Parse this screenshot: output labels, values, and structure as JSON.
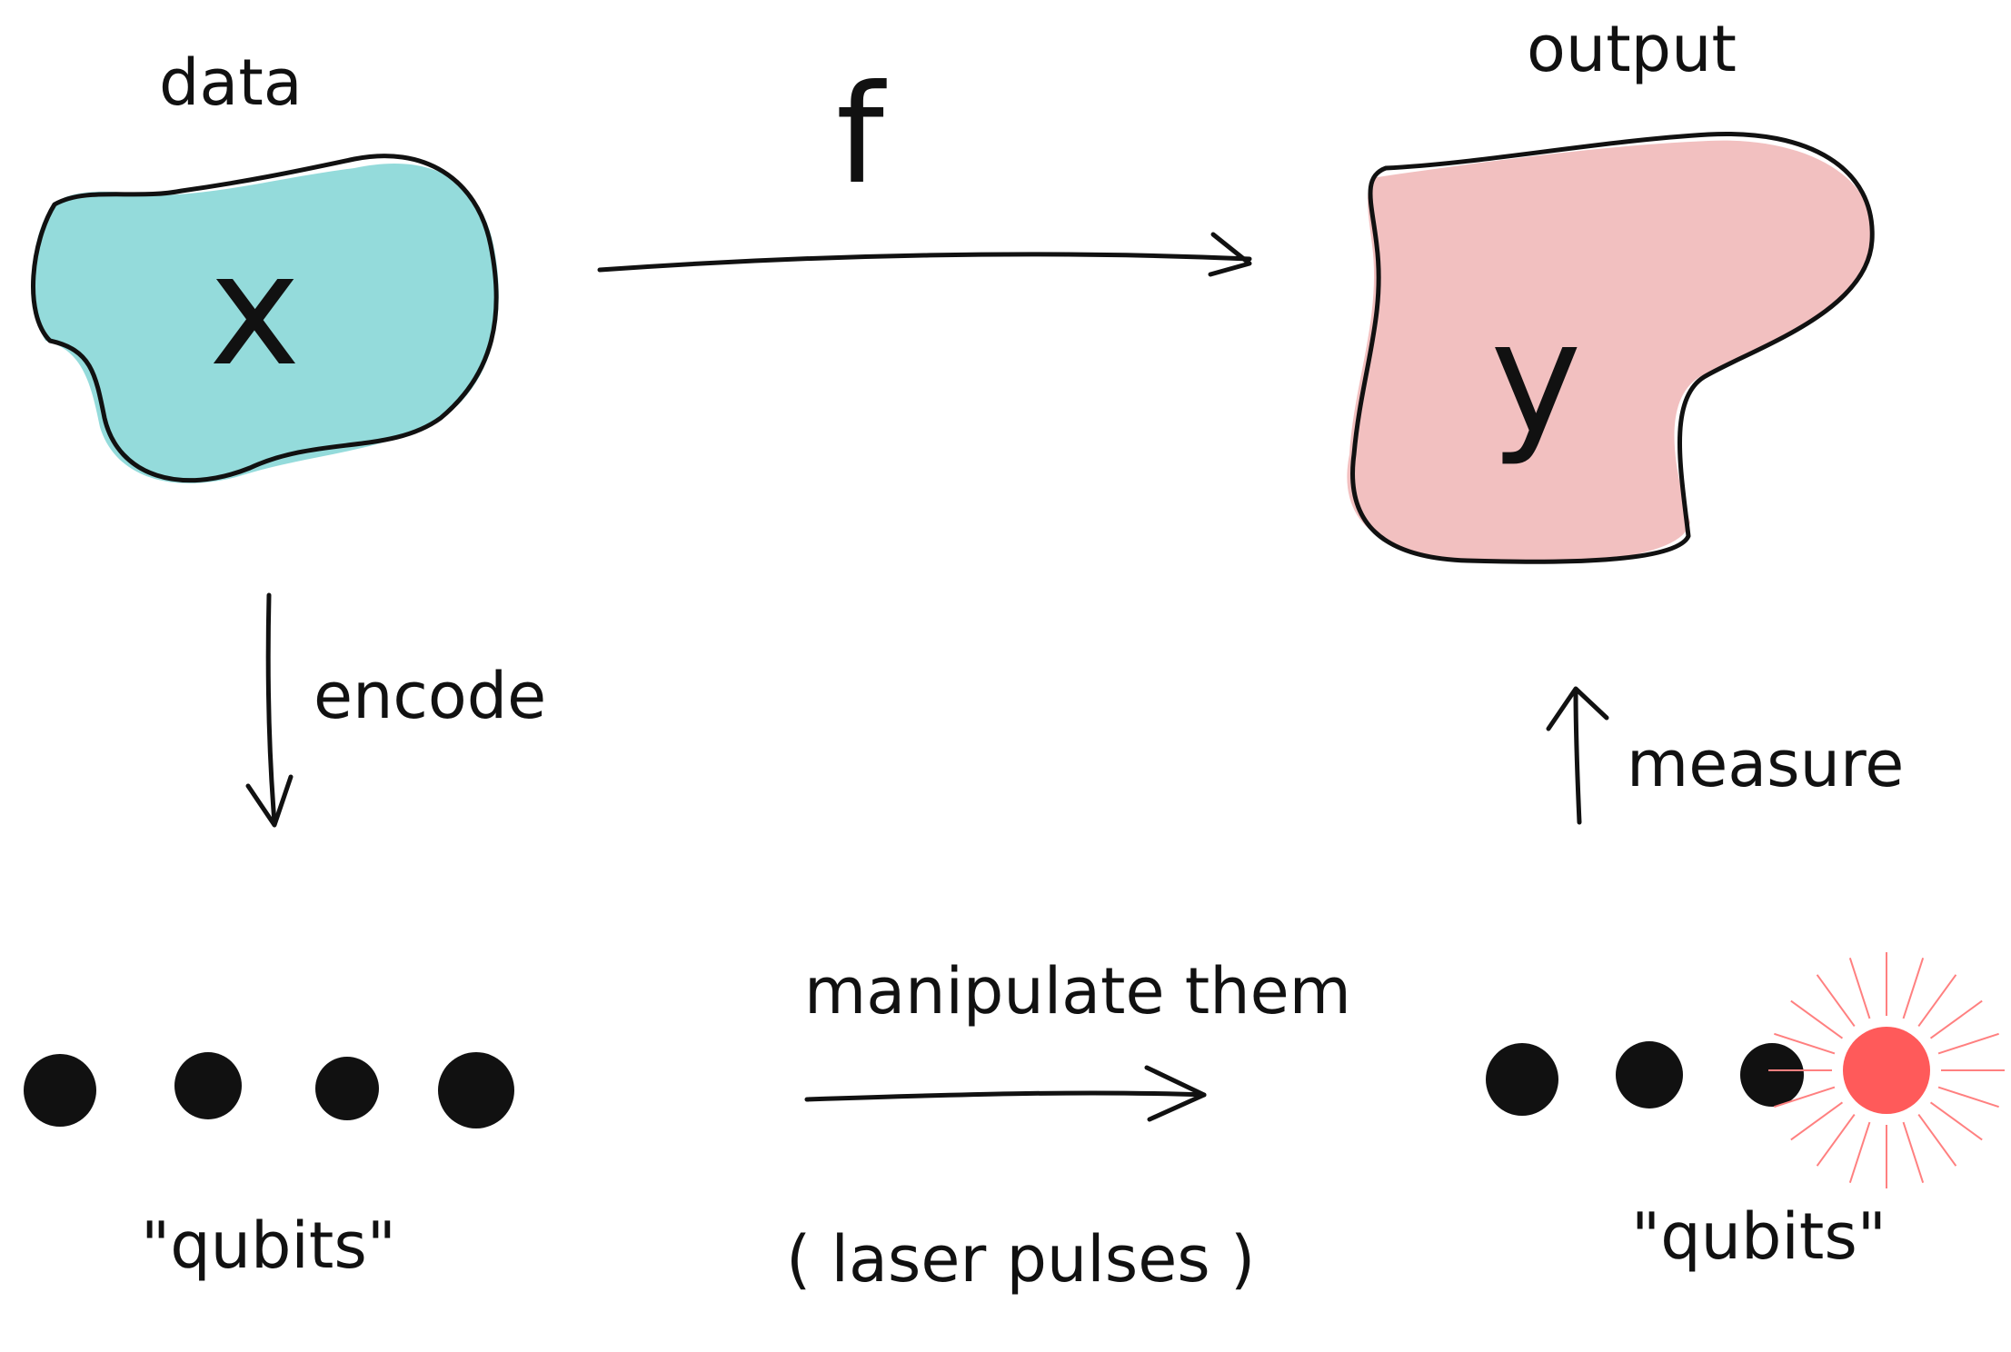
{
  "labels": {
    "data": "data",
    "output": "output",
    "x": "x",
    "y": "y",
    "f": "f",
    "encode": "encode",
    "measure": "measure",
    "manipulate": "manipulate them",
    "laser": "( laser pulses )",
    "qubits_left": "\"qubits\"",
    "qubits_right": "\"qubits\""
  },
  "colors": {
    "data_fill": "#94dbdb",
    "output_fill": "#f2c0c0",
    "ink": "#111111",
    "measured_qubit": "#ff5a5a",
    "ray": "#ff8080"
  }
}
